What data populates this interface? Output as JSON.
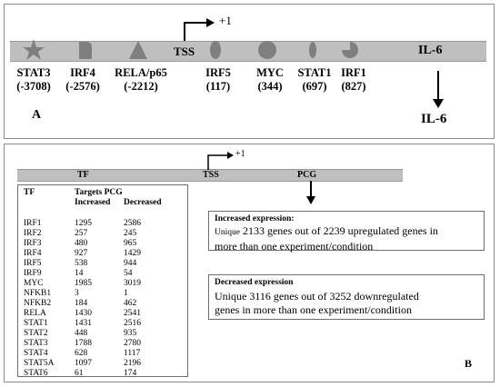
{
  "panel_a": {
    "letter": "A",
    "tss_label": "TSS",
    "plus_one": "+1",
    "il6_on_bar": "IL-6",
    "il6_product": "IL-6",
    "factors": [
      {
        "name": "STAT3",
        "pos": "(-3708)",
        "shape": "star-icon"
      },
      {
        "name": "IRF4",
        "pos": "(-2576)",
        "shape": "half-rounded-square-icon"
      },
      {
        "name": "RELA/p65",
        "pos": "(-2212)",
        "shape": "triangle-icon"
      },
      {
        "name": "IRF5",
        "pos": "(117)",
        "shape": "ellipse-icon"
      },
      {
        "name": "MYC",
        "pos": "(344)",
        "shape": "circle-icon"
      },
      {
        "name": "STAT1",
        "pos": "(697)",
        "shape": "narrow-ellipse-icon"
      },
      {
        "name": "IRF1",
        "pos": "(827)",
        "shape": "pie-icon"
      }
    ]
  },
  "panel_b": {
    "letter": "B",
    "tf_label": "TF",
    "tss_label": "TSS",
    "plus_one": "+1",
    "pcg_label": "PCG",
    "table": {
      "col_tf": "TF",
      "col_targets": "Targets PCG",
      "col_increased": "Increased",
      "col_decreased": "Decreased",
      "rows": [
        {
          "tf": "IRF1",
          "inc": "1295",
          "dec": "2586"
        },
        {
          "tf": "IRF2",
          "inc": "257",
          "dec": "245"
        },
        {
          "tf": "IRF3",
          "inc": "480",
          "dec": "965"
        },
        {
          "tf": "IRF4",
          "inc": "927",
          "dec": "1429"
        },
        {
          "tf": "IRF5",
          "inc": "538",
          "dec": "944"
        },
        {
          "tf": "IRF9",
          "inc": "14",
          "dec": "54"
        },
        {
          "tf": "MYC",
          "inc": "1985",
          "dec": "3019"
        },
        {
          "tf": "NFKB1",
          "inc": "3",
          "dec": "1"
        },
        {
          "tf": "NFKB2",
          "inc": "184",
          "dec": "462"
        },
        {
          "tf": "RELA",
          "inc": "1430",
          "dec": "2541"
        },
        {
          "tf": "STAT1",
          "inc": "1431",
          "dec": "2516"
        },
        {
          "tf": "STAT2",
          "inc": "448",
          "dec": "935"
        },
        {
          "tf": "STAT3",
          "inc": "1788",
          "dec": "2780"
        },
        {
          "tf": "STAT4",
          "inc": "628",
          "dec": "1117"
        },
        {
          "tf": "STAT5A",
          "inc": "1097",
          "dec": "2196"
        },
        {
          "tf": "STAT6",
          "inc": "61",
          "dec": "174"
        }
      ]
    },
    "increased": {
      "title": "Increased expression:",
      "unique": "Unique",
      "line1": " 2133 genes out of 2239 upregulated genes  in",
      "line2": "more than one experiment/condition"
    },
    "decreased": {
      "title": "Decreased expression",
      "line1": "Unique 3116 genes out of 3252 downregulated",
      "line2": "genes in more than one experiment/condition"
    }
  }
}
